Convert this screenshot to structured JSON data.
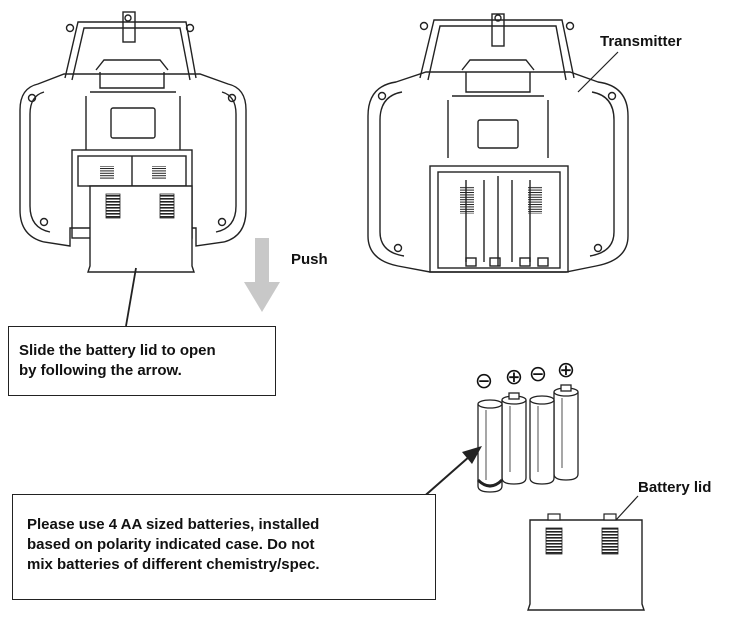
{
  "labels": {
    "push": "Push",
    "transmitter": "Transmitter",
    "battery_lid": "Battery lid"
  },
  "instruction_slide": {
    "line1": "Slide the battery lid to open",
    "line2": "by following the arrow."
  },
  "instruction_batteries": {
    "line1": "Please use 4 AA sized batteries, installed",
    "line2": "based on polarity indicated case. Do not",
    "line3": "mix batteries of different chemistry/spec."
  },
  "polarity_symbols": [
    "⊖",
    "⊕",
    "⊖",
    "⊕"
  ],
  "colors": {
    "line": "#222222",
    "arrow": "#c8c8c8",
    "background": "#ffffff"
  }
}
